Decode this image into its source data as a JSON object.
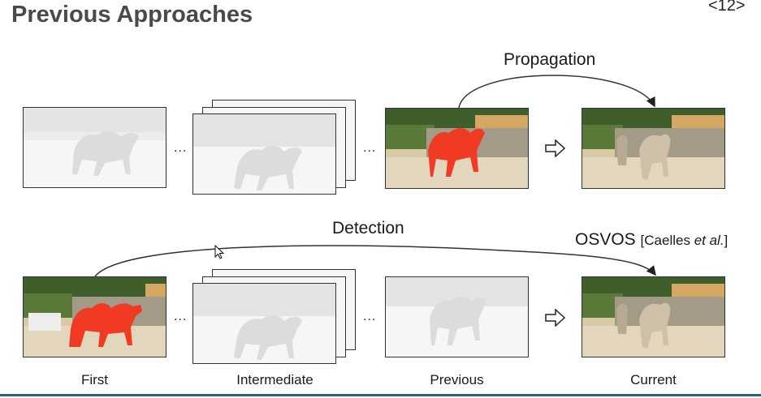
{
  "slide": {
    "title": "Previous Approaches",
    "number": "<12>"
  },
  "top_row": {
    "label": "Propagation",
    "ellipsis": "...",
    "frames": [
      {
        "name": "first",
        "style": "faded"
      },
      {
        "name": "intermediate",
        "style": "faded-stack"
      },
      {
        "name": "previous",
        "style": "color-with-red-mask"
      },
      {
        "name": "current",
        "style": "color"
      }
    ]
  },
  "bottom_row": {
    "label": "Detection",
    "method": "OSVOS",
    "citation_open": "[Caelles ",
    "citation_etal": "et al.",
    "citation_close": "]",
    "ellipsis": "...",
    "frames": [
      {
        "name": "first",
        "style": "color-with-red-mask"
      },
      {
        "name": "intermediate",
        "style": "faded-stack"
      },
      {
        "name": "previous",
        "style": "faded"
      },
      {
        "name": "current",
        "style": "color"
      }
    ]
  },
  "captions": [
    "First",
    "Intermediate",
    "Previous",
    "Current"
  ],
  "colors": {
    "mask": "#f03a24",
    "bottom_rule": "#2f5d8a",
    "title": "#4a4a4a"
  },
  "icons": {
    "next": "hollow-right-arrow-icon",
    "cursor": "mouse-pointer-icon"
  }
}
